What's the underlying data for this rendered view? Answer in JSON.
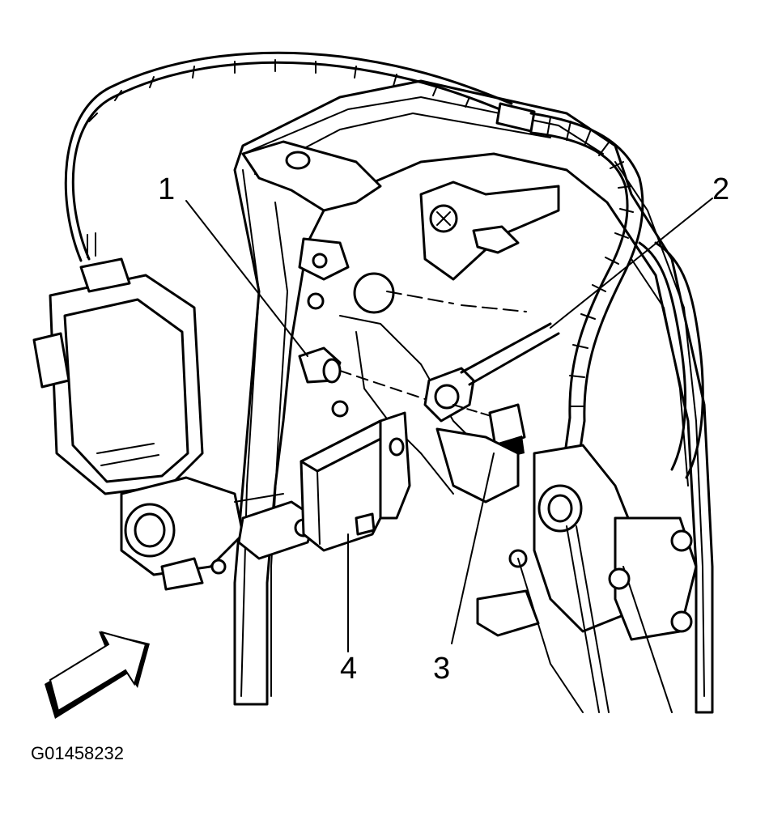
{
  "figure": {
    "code": "G01458232",
    "callouts": [
      {
        "id": "1",
        "label": "1"
      },
      {
        "id": "2",
        "label": "2"
      },
      {
        "id": "3",
        "label": "3"
      },
      {
        "id": "4",
        "label": "4"
      }
    ]
  },
  "icons": {
    "direction_arrow": "front-direction-arrow-icon"
  }
}
